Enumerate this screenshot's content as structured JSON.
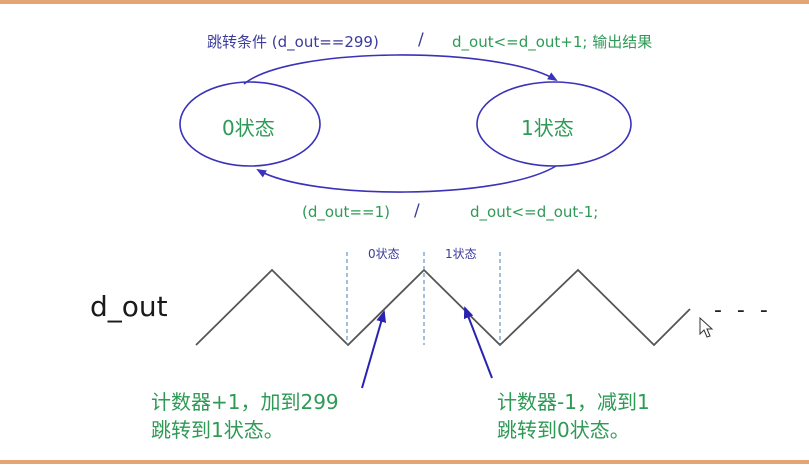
{
  "colors": {
    "frame": "#e3a575",
    "blue_text": "#3c3c9c",
    "green_text": "#2e9a56",
    "ellipse": "#3a32b8",
    "waveform": "#555555",
    "dashed": "#4a7fb8",
    "pointer_arrow": "#2a22b0"
  },
  "transition_top": {
    "condition": "跳转条件 (d_out==299)",
    "slash": "/",
    "action": "d_out<=d_out+1;  输出结果"
  },
  "transition_bottom": {
    "condition": "(d_out==1)",
    "slash": "/",
    "action": "d_out<=d_out-1;"
  },
  "states": {
    "s0": "0状态",
    "s1": "1状态"
  },
  "waveform": {
    "signal_label": "d_out",
    "phase_label_0": "0状态",
    "phase_label_1": "1状态",
    "continuation": "- - -"
  },
  "notes": {
    "up_line1": "计数器+1，加到299",
    "up_line2": "跳转到1状态。",
    "down_line1": "计数器-1，减到1",
    "down_line2": "跳转到0状态。"
  },
  "icons": {
    "cursor": "mouse-pointer-icon"
  }
}
